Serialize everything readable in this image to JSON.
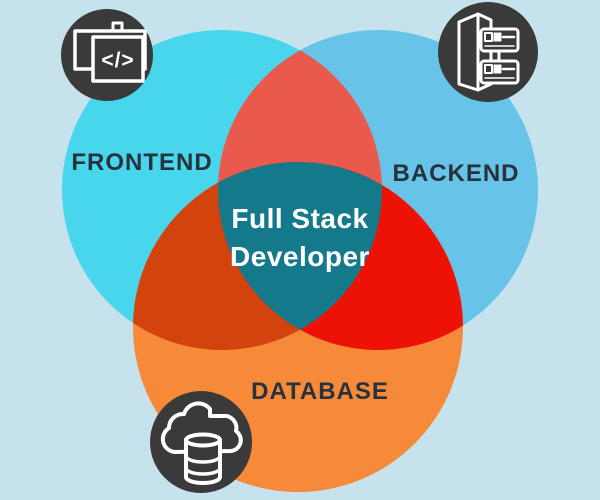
{
  "colors": {
    "background": "#C6E3ED",
    "frontend_circle": "#48D6EC",
    "backend_circle": "#68C3E8",
    "database_circle": "#F68A38",
    "frontend_backend_overlap": "#E95A4C",
    "frontend_database_overlap": "#D2430E",
    "backend_database_overlap": "#ED1205",
    "center_overlap": "#15798C",
    "icon_badge": "#3A3A3A",
    "icon_stroke": "#FFFFFF",
    "label_text": "#26323C",
    "center_text": "#FFFFFF"
  },
  "venn": {
    "sets": [
      {
        "label": "FRONTEND"
      },
      {
        "label": "BACKEND"
      },
      {
        "label": "DATABASE"
      }
    ],
    "center_label": {
      "line1": "Full Stack",
      "line2": "Developer"
    }
  },
  "icons": [
    {
      "name": "code-window-icon",
      "glyph": "</>"
    },
    {
      "name": "server-cabinet-icon"
    },
    {
      "name": "cloud-database-icon"
    }
  ]
}
